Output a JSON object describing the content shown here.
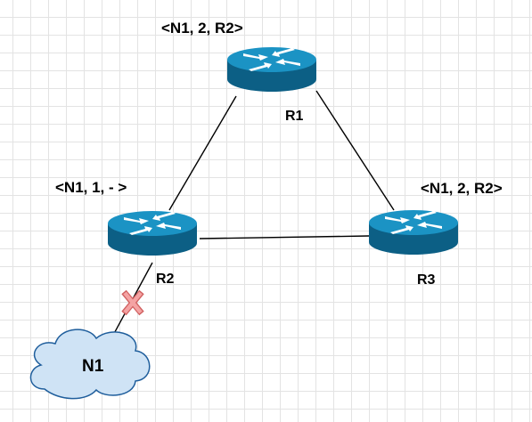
{
  "diagram": {
    "routers": [
      {
        "id": "R1",
        "name": "R1",
        "route": "<N1, 2, R2>"
      },
      {
        "id": "R2",
        "name": "R2",
        "route": "<N1, 1, - >"
      },
      {
        "id": "R3",
        "name": "R3",
        "route": "<N1, 2, R2>"
      }
    ],
    "network": {
      "id": "N1",
      "name": "N1"
    },
    "links": [
      {
        "from": "R1",
        "to": "R2",
        "state": "up"
      },
      {
        "from": "R1",
        "to": "R3",
        "state": "up"
      },
      {
        "from": "R2",
        "to": "R3",
        "state": "up"
      },
      {
        "from": "R2",
        "to": "N1",
        "state": "failed"
      }
    ],
    "colors": {
      "router_top": "#1b93c4",
      "router_side": "#0c5f85",
      "cloud_fill": "#cfe3f5",
      "cloud_stroke": "#1f5e9c",
      "failure_mark": "#f08a8a",
      "link": "#000000"
    }
  }
}
